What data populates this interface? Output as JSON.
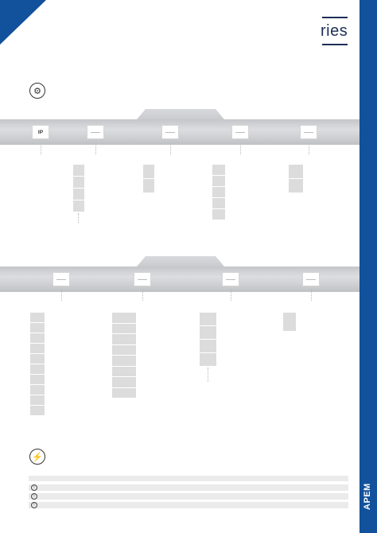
{
  "brand": {
    "wordmark": "ries"
  },
  "sidebar": {
    "label": "APEM"
  },
  "section1": {
    "icon": "gear-icon",
    "cards": [
      {
        "label": "IP"
      },
      {
        "label": ""
      },
      {
        "label": ""
      },
      {
        "label": ""
      },
      {
        "label": ""
      }
    ]
  },
  "section2": {
    "cards": [
      {
        "label": ""
      },
      {
        "label": ""
      },
      {
        "label": ""
      },
      {
        "label": ""
      }
    ]
  },
  "electrical": {
    "icon": "lightning-icon"
  },
  "notes": {
    "icons": [
      "info-icon",
      "info-icon",
      "info-icon"
    ]
  }
}
